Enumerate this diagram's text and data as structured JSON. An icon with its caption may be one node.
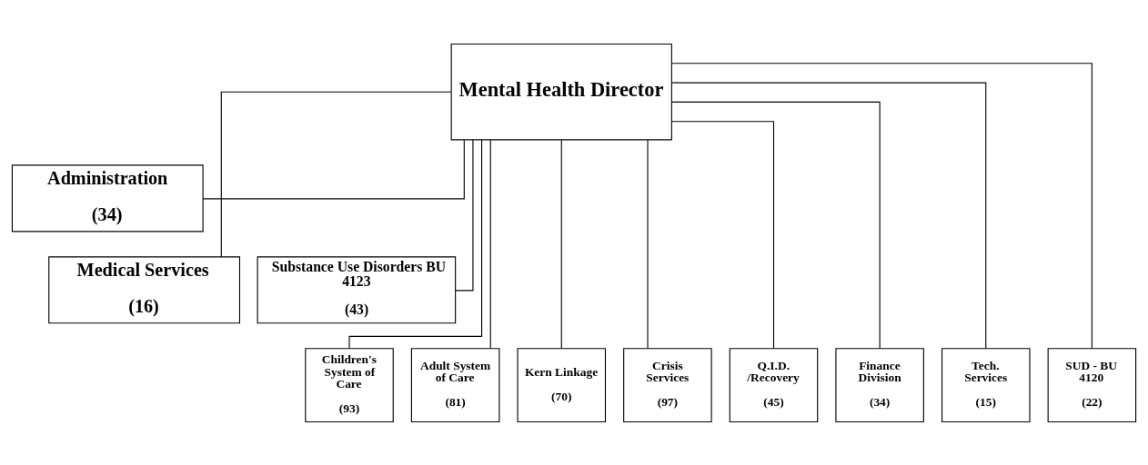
{
  "diagram": {
    "nodes": [
      {
        "text": [
          "Mental Health Director"
        ]
      },
      {
        "text": [
          "Administration",
          "(34)"
        ]
      },
      {
        "text": [
          "Medical Services",
          "(16)"
        ]
      },
      {
        "text": [
          "Substance Use Disorders BU 4123",
          "(43)"
        ]
      },
      {
        "text": [
          "Children's System of Care",
          "(93)"
        ]
      },
      {
        "text": [
          "Adult System of Care",
          "(81)"
        ]
      },
      {
        "text": [
          "Kern Linkage",
          "(70)"
        ]
      },
      {
        "text": [
          "Crisis Services",
          "(97)"
        ]
      },
      {
        "text": [
          "Q.I.D. /Recovery",
          "(45)"
        ]
      },
      {
        "text": [
          "Finance Division",
          "(34)"
        ]
      },
      {
        "text": [
          "Tech. Services",
          "(15)"
        ]
      },
      {
        "text": [
          "SUD - BU 4120",
          "(22)"
        ]
      }
    ],
    "edges": [
      {
        "from": 0,
        "to": 1,
        "arrow": "none"
      },
      {
        "from": 0,
        "to": 2,
        "arrow": "none"
      },
      {
        "from": 0,
        "to": 3,
        "arrow": "none"
      },
      {
        "from": 0,
        "to": 4,
        "arrow": "none"
      },
      {
        "from": 0,
        "to": 5,
        "arrow": "none"
      },
      {
        "from": 0,
        "to": 6,
        "arrow": "none"
      },
      {
        "from": 0,
        "to": 7,
        "arrow": "none"
      },
      {
        "from": 0,
        "to": 8,
        "arrow": "none"
      },
      {
        "from": 0,
        "to": 9,
        "arrow": "none"
      },
      {
        "from": 0,
        "to": 10,
        "arrow": "none"
      },
      {
        "from": 0,
        "to": 11,
        "arrow": "none"
      }
    ]
  }
}
